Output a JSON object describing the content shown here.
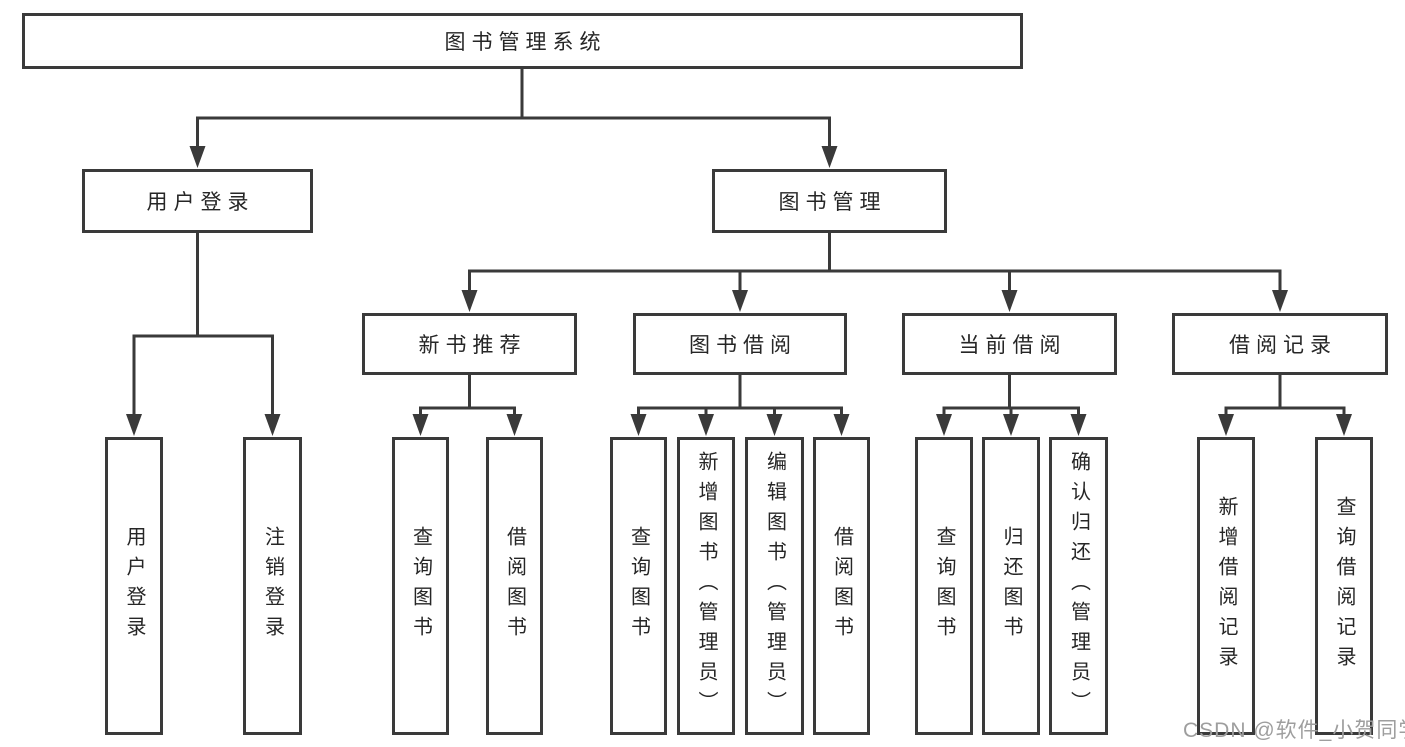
{
  "diagram": {
    "root": {
      "label": "图书管理系统"
    },
    "branches": [
      {
        "label": "用户登录",
        "children": [
          {
            "label": "用户登录"
          },
          {
            "label": "注销登录"
          }
        ]
      },
      {
        "label": "图书管理",
        "children": [
          {
            "label": "新书推荐",
            "children": [
              {
                "label": "查询图书"
              },
              {
                "label": "借阅图书"
              }
            ]
          },
          {
            "label": "图书借阅",
            "children": [
              {
                "label": "查询图书"
              },
              {
                "label": "新增图书（管理员）"
              },
              {
                "label": "编辑图书（管理员）"
              },
              {
                "label": "借阅图书"
              }
            ]
          },
          {
            "label": "当前借阅",
            "children": [
              {
                "label": "查询图书"
              },
              {
                "label": "归还图书"
              },
              {
                "label": "确认归还（管理员）"
              }
            ]
          },
          {
            "label": "借阅记录",
            "children": [
              {
                "label": "新增借阅记录"
              },
              {
                "label": "查询借阅记录"
              }
            ]
          }
        ]
      }
    ]
  },
  "watermark": {
    "text": "CSDN @软件_小贺同学"
  },
  "colors": {
    "line": "#3a3a3a",
    "text": "#262626",
    "background": "#ffffff",
    "watermark": "#9e9e9e"
  }
}
